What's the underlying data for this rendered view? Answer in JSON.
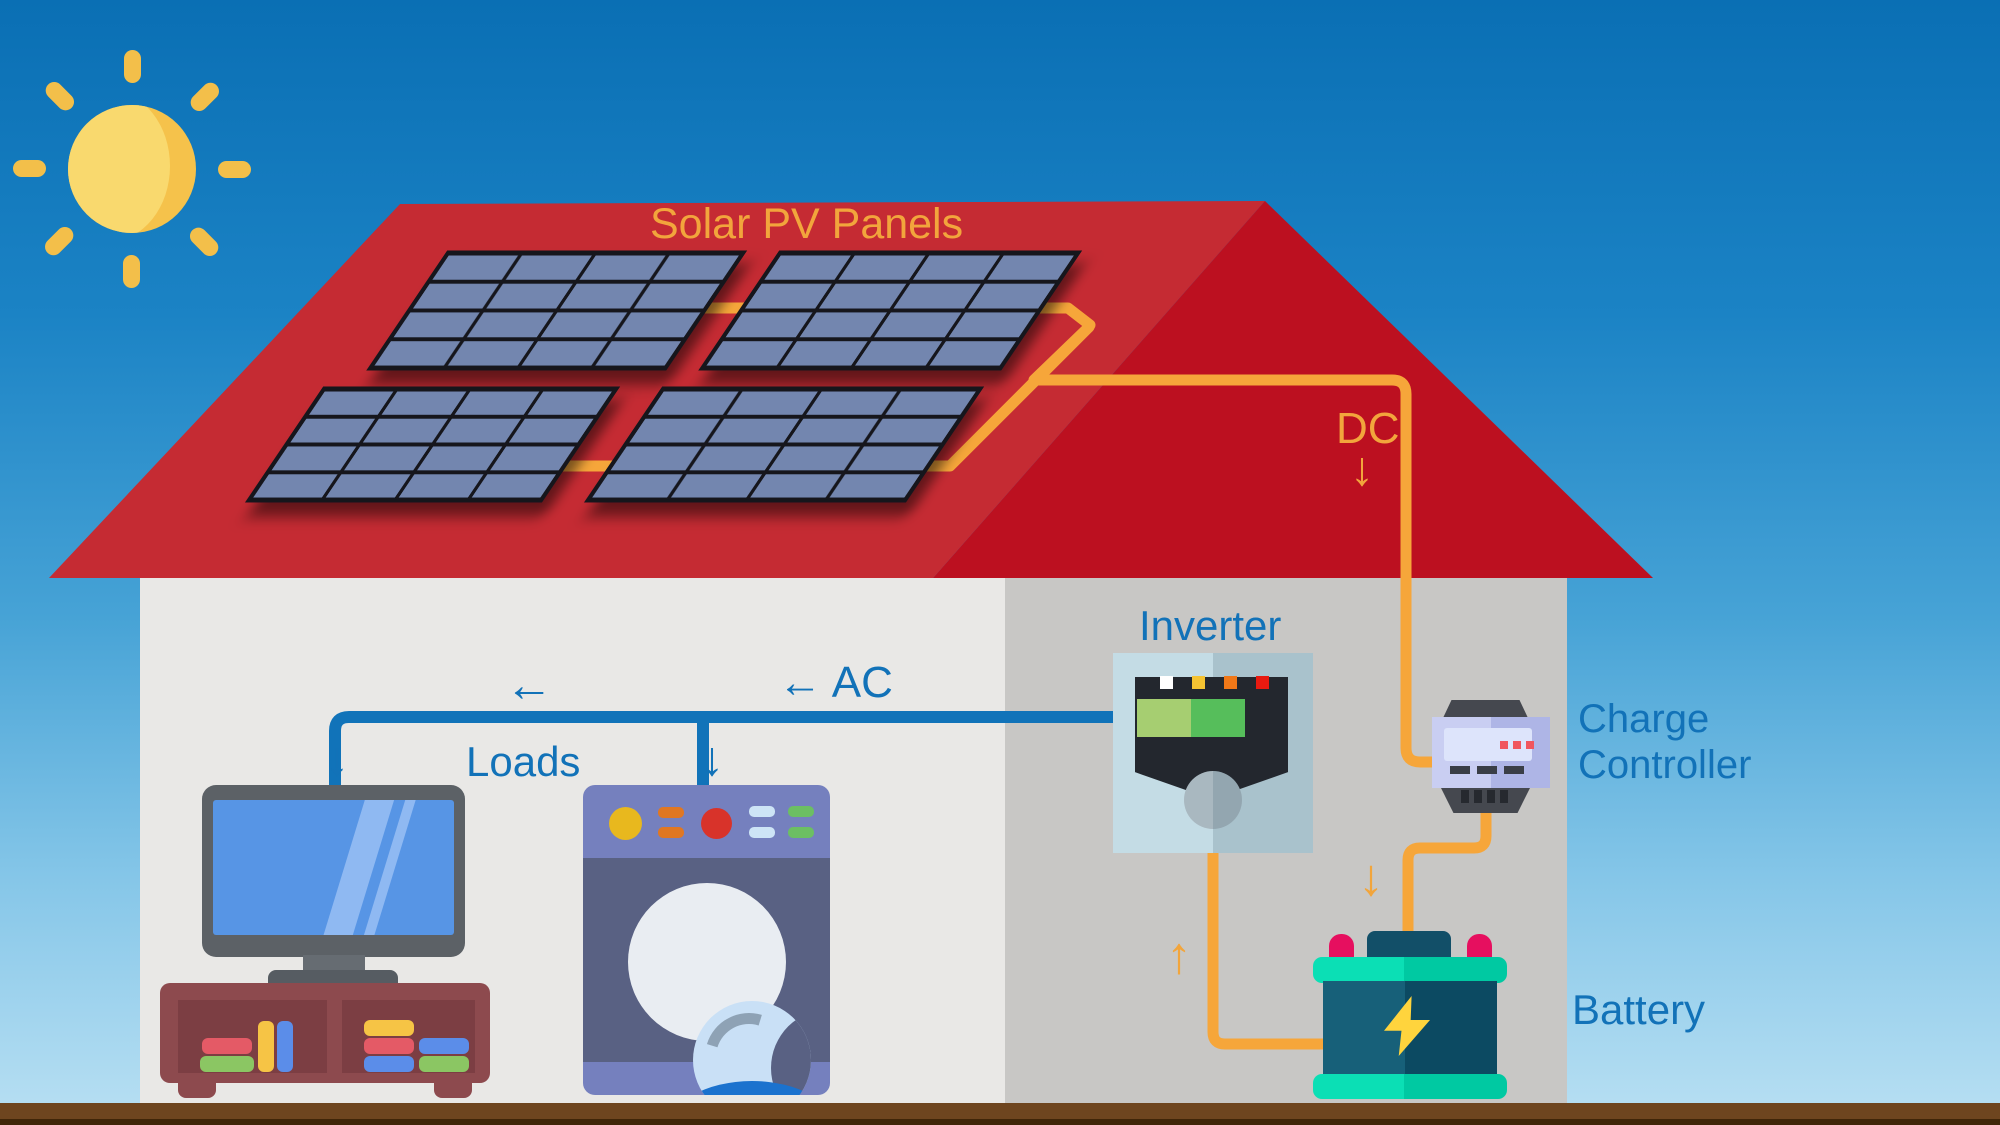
{
  "scene": {
    "title": "Solar PV system diagram"
  },
  "labels": {
    "solar_pv_panels": "Solar PV Panels",
    "dc": "DC",
    "inverter": "Inverter",
    "charge_controller_line1": "Charge",
    "charge_controller_line2": "Controller",
    "battery": "Battery",
    "loads": "Loads",
    "ac": "← AC",
    "arrow_left": "←",
    "arrow_down": "↓",
    "arrow_up": "↑"
  },
  "colors": {
    "sky_top": "#0A6FB4",
    "sky_bottom": "#B9E0F3",
    "sun": "#F5C24B",
    "roof_light": "#C52B33",
    "roof_dark": "#BC1020",
    "panel_cell": "#7386AF",
    "panel_line": "#12141E",
    "wire_dc_orange": "#F6A63A",
    "wire_ac_blue": "#1173B9",
    "label_blue": "#1272B8",
    "label_amber": "#F2A53C",
    "wall_light": "#E9E8E6",
    "wall_dark": "#C8C7C5",
    "ground": "#6E451F",
    "battery_teal": "#0BDFB5",
    "battery_body": "#176079",
    "terminal_pink": "#E60F5F"
  }
}
